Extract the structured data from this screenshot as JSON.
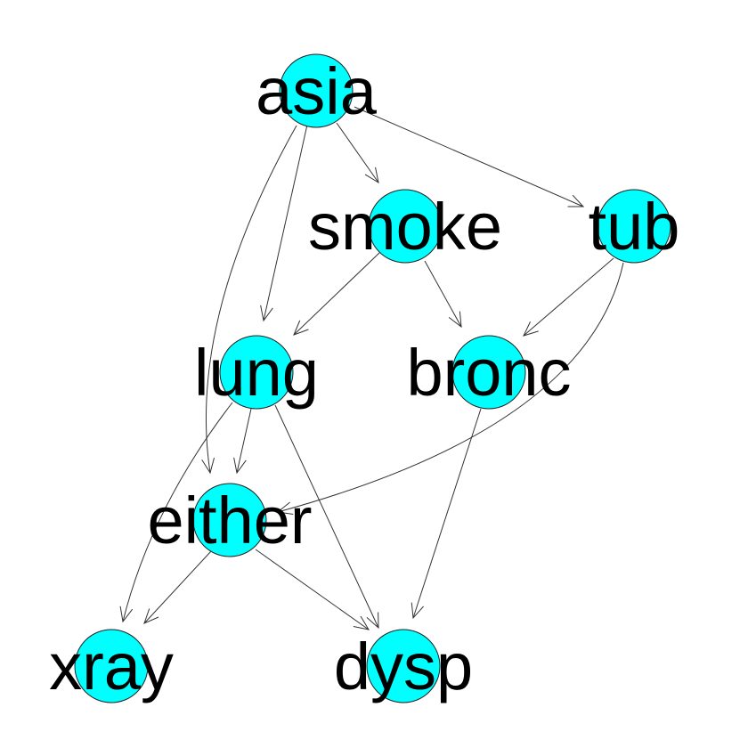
{
  "graph": {
    "node_fill": "#00ffff",
    "edge_color": "#333333",
    "label_color": "#000000",
    "nodes": [
      {
        "id": "asia",
        "label": "asia"
      },
      {
        "id": "smoke",
        "label": "smoke"
      },
      {
        "id": "tub",
        "label": "tub"
      },
      {
        "id": "lung",
        "label": "lung"
      },
      {
        "id": "bronc",
        "label": "bronc"
      },
      {
        "id": "either",
        "label": "either"
      },
      {
        "id": "xray",
        "label": "xray"
      },
      {
        "id": "dysp",
        "label": "dysp"
      }
    ],
    "edges": [
      {
        "from": "asia",
        "to": "smoke"
      },
      {
        "from": "asia",
        "to": "tub"
      },
      {
        "from": "asia",
        "to": "lung"
      },
      {
        "from": "asia",
        "to": "either"
      },
      {
        "from": "smoke",
        "to": "lung"
      },
      {
        "from": "smoke",
        "to": "bronc"
      },
      {
        "from": "tub",
        "to": "bronc"
      },
      {
        "from": "tub",
        "to": "either"
      },
      {
        "from": "lung",
        "to": "either"
      },
      {
        "from": "lung",
        "to": "xray"
      },
      {
        "from": "lung",
        "to": "dysp"
      },
      {
        "from": "bronc",
        "to": "dysp"
      },
      {
        "from": "either",
        "to": "xray"
      },
      {
        "from": "either",
        "to": "dysp"
      }
    ]
  }
}
